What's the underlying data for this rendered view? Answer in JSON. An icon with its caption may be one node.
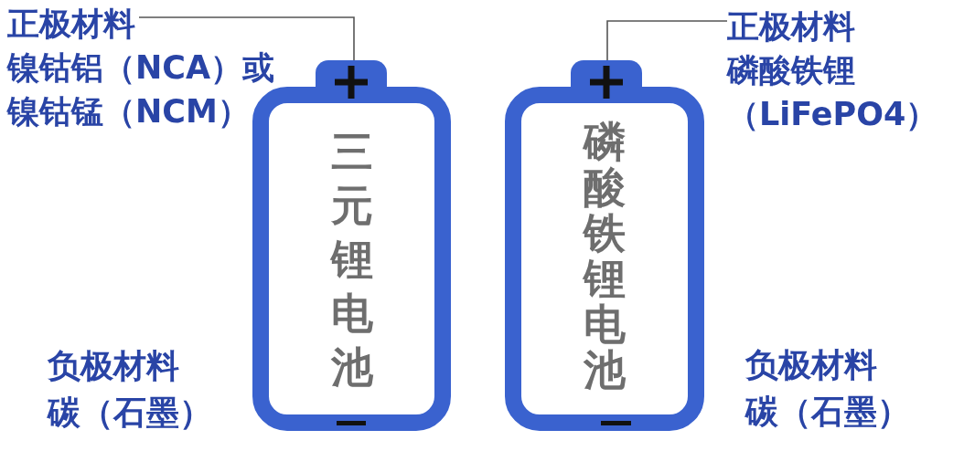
{
  "diagram": {
    "nodes": [
      {
        "text": [
          "正极材料",
          "镍钴铝（NCA）或镍钴锰（NCM）"
        ]
      },
      {
        "text": [
          "正极材料",
          "磷酸铁锂（LiFePO4）"
        ]
      },
      {
        "text": [],
        "shape": "box"
      },
      {
        "text": [],
        "shape": "box"
      },
      {
        "text": [
          "三元锂电池"
        ]
      },
      {
        "text": [
          "磷酸铁锂电池"
        ]
      }
    ],
    "edges": [
      {
        "from": 0,
        "to": 2,
        "arrow": "none"
      },
      {
        "from": 1,
        "to": 3,
        "arrow": "none"
      }
    ],
    "labels": [
      "负极材料",
      "碳（石墨）",
      "负极材料",
      "碳（石墨）"
    ]
  }
}
